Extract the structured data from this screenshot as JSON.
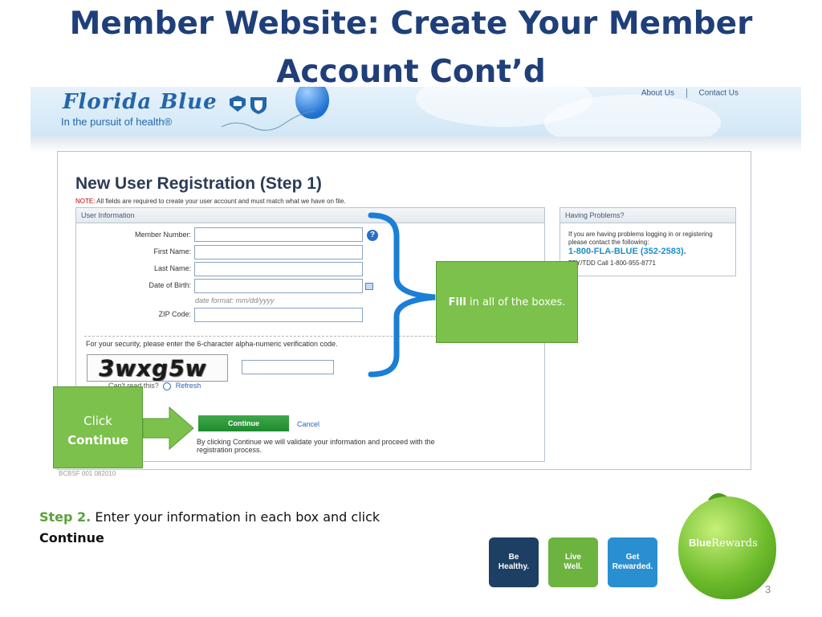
{
  "slide": {
    "title_line1": "Member Website: Create Your Member",
    "title_line2": "Account Cont’d",
    "page_number": "3"
  },
  "site_header": {
    "logo_text": "Florida Blue",
    "tagline": "In the pursuit of health®",
    "links": [
      "About Us",
      "Contact Us"
    ]
  },
  "form": {
    "heading": "New User Registration (Step 1)",
    "note_label": "NOTE:",
    "note_text": " All fields are required to create your user account and must match what we have on file.",
    "section_title": "User Information",
    "fields": [
      {
        "label": "Member Number:",
        "value": ""
      },
      {
        "label": "First Name:",
        "value": ""
      },
      {
        "label": "Last Name:",
        "value": ""
      },
      {
        "label": "Date of Birth:",
        "value": ""
      },
      {
        "label": "ZIP Code:",
        "value": ""
      }
    ],
    "date_hint": "date format: mm/dd/yyyy",
    "security_text": "For your security, please enter the 6-character alpha-numeric verification code.",
    "captcha_text": "3wxg5w",
    "cant_read": "Can't read this?",
    "refresh": "Refresh",
    "continue_label": "Continue",
    "cancel_label": "Cancel",
    "disclaimer": "By clicking Continue we will validate your information and proceed with the registration process.",
    "code": "BCBSF 001 082010"
  },
  "help": {
    "title": "Having Problems?",
    "text": "If you are having problems logging in or registering please contact the following:",
    "phone": "1-800-FLA-BLUE (352-2583).",
    "tty": "TTY/TDD Call 1-800-955-8771"
  },
  "callouts": {
    "fill_bold": "Fill",
    "fill_rest": " in all of the boxes.",
    "click_line1": "Click",
    "click_line2": "Continue"
  },
  "step": {
    "label": "Step 2.",
    "text1": " Enter your information in each box and click ",
    "text_bold": "Continue"
  },
  "tiles": [
    {
      "line1": "Be",
      "line2": "Healthy.",
      "color": "#1d3f63"
    },
    {
      "line1": "Live",
      "line2": "Well.",
      "color": "#6cb33f"
    },
    {
      "line1": "Get",
      "line2": "Rewarded.",
      "color": "#2a8fd0"
    }
  ],
  "brand": {
    "blue": "Blue",
    "rewards": "Rewards"
  },
  "colors": {
    "title": "#1f3f7a",
    "callout_green": "#7bc14b",
    "brace_blue": "#1a7fd6",
    "continue_green": "#2b9a3a"
  }
}
